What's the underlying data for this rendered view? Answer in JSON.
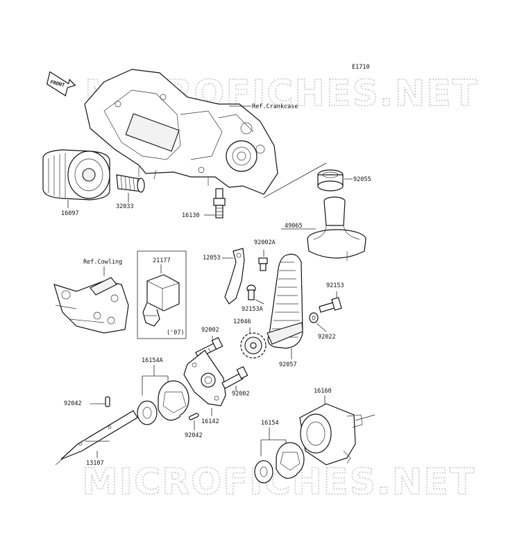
{
  "diagram_code": "E1710",
  "watermark": "MICROFICHES.NET",
  "front_arrow_label": "FRONT",
  "refs": {
    "crankcase": "Ref.Crankcase",
    "cowling": "Ref.Cowling"
  },
  "variant_note": "('07)",
  "parts": {
    "p16097": "16097",
    "p32033": "32033",
    "p16130": "16130",
    "p92055": "92055",
    "p49065": "49065",
    "p21177": "21177",
    "p12053": "12053",
    "p92002A": "92002A",
    "p92153": "92153",
    "p92153A": "92153A",
    "p12046": "12046",
    "p92022": "92022",
    "p92002_top": "92002",
    "p92057": "92057",
    "p16154A": "16154A",
    "p92002_mid": "92002",
    "p92042_left": "92042",
    "p16142": "16142",
    "p92042_mid": "92042",
    "p16160": "16160",
    "p13107": "13107",
    "p16154": "16154"
  }
}
